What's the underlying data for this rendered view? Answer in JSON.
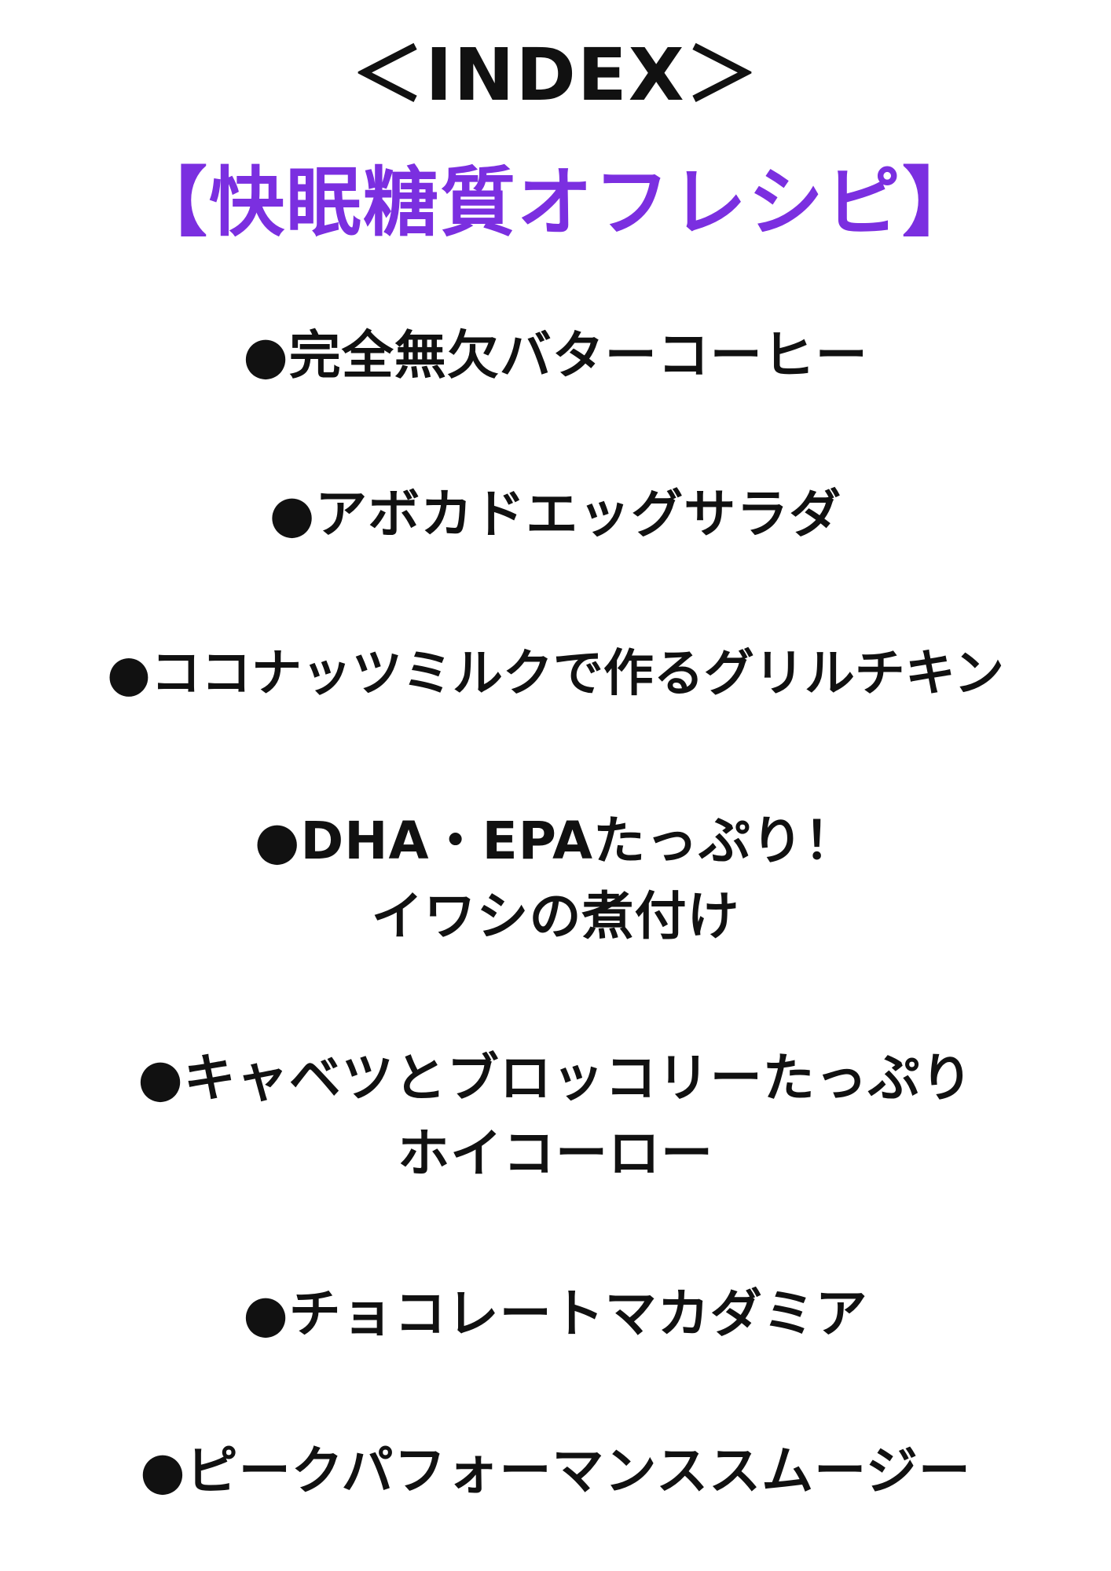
{
  "header": {
    "index_title": "＜INDEX＞",
    "subtitle": "【快眠糖質オフレシピ】",
    "subtitle_color": "#7b2fe0"
  },
  "recipes": [
    {
      "lines": [
        "●完全無欠バターコーヒー"
      ]
    },
    {
      "lines": [
        "●アボカドエッグサラダ"
      ]
    },
    {
      "lines": [
        "●ココナッツミルクで作るグリルチキン"
      ]
    },
    {
      "lines": [
        "●DHA・EPAたっぷり！",
        "イワシの煮付け"
      ]
    },
    {
      "lines": [
        "●キャベツとブロッコリーたっぷり",
        "ホイコーロー"
      ]
    },
    {
      "lines": [
        "●チョコレートマカダミア"
      ]
    },
    {
      "lines": [
        "●ピークパフォーマンススムージー"
      ]
    }
  ]
}
